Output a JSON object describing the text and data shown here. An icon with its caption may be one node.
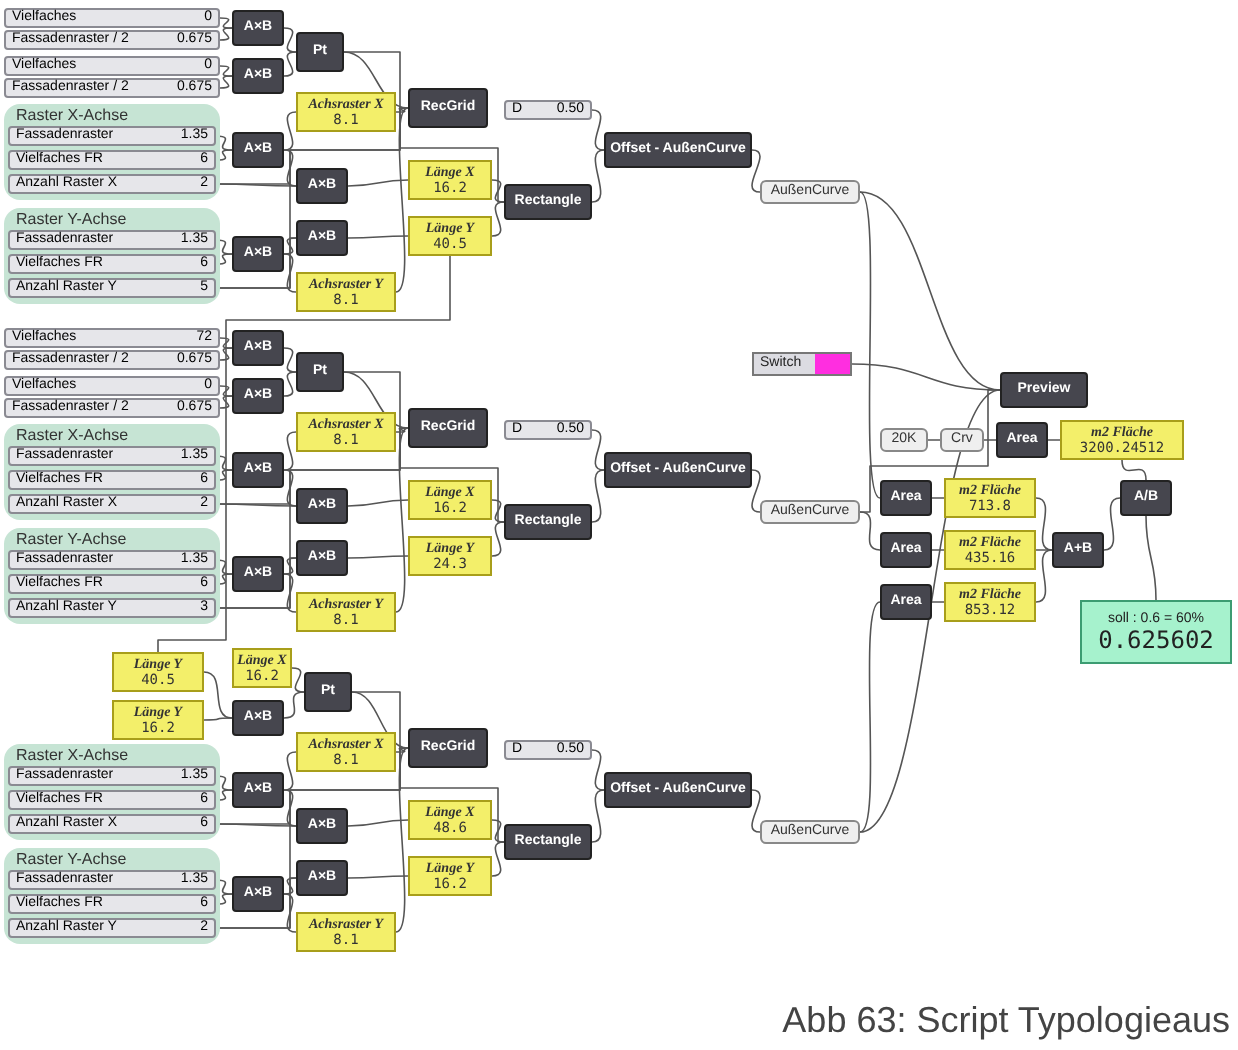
{
  "diagram": {
    "caption": "Abb 63: Script Typologieaus",
    "nodes": [
      {
        "text": [
          "Vielfaches",
          "0"
        ]
      },
      {
        "text": [
          "Fassadenraster / 2",
          "0.675"
        ]
      },
      {
        "text": [
          "Vielfaches",
          "0"
        ]
      },
      {
        "text": [
          "Fassadenraster / 2",
          "0.675"
        ]
      },
      {
        "text": [
          "A×B"
        ]
      },
      {
        "text": [
          "A×B"
        ]
      },
      {
        "text": [
          "Pt"
        ]
      },
      {
        "text": [
          "Raster X-Achse"
        ]
      },
      {
        "text": [
          "Fassadenraster",
          "1.35"
        ],
        "in": 7
      },
      {
        "text": [
          "Vielfaches FR",
          "6"
        ],
        "in": 7
      },
      {
        "text": [
          "Anzahl Raster X",
          "2"
        ],
        "in": 7
      },
      {
        "text": [
          "Raster Y-Achse"
        ]
      },
      {
        "text": [
          "Fassadenraster",
          "1.35"
        ],
        "in": 11
      },
      {
        "text": [
          "Vielfaches FR",
          "6"
        ],
        "in": 11
      },
      {
        "text": [
          "Anzahl Raster Y",
          "5"
        ],
        "in": 11
      },
      {
        "text": [
          "A×B"
        ]
      },
      {
        "text": [
          "A×B"
        ]
      },
      {
        "text": [
          "Achsraster X",
          "8.1"
        ]
      },
      {
        "text": [
          "Achsraster Y",
          "8.1"
        ]
      },
      {
        "text": [
          "RecGrid"
        ]
      },
      {
        "text": [
          "A×B"
        ]
      },
      {
        "text": [
          "A×B"
        ]
      },
      {
        "text": [
          "Länge X",
          "16.2"
        ]
      },
      {
        "text": [
          "Länge Y",
          "40.5"
        ]
      },
      {
        "text": [
          "D",
          "0.50"
        ]
      },
      {
        "text": [
          "Rectangle"
        ]
      },
      {
        "text": [
          "Offset - AußenCurve"
        ]
      },
      {
        "text": [
          "AußenCurve"
        ]
      },
      {
        "text": [
          "Vielfaches",
          "72"
        ]
      },
      {
        "text": [
          "Fassadenraster / 2",
          "0.675"
        ]
      },
      {
        "text": [
          "Vielfaches",
          "0"
        ]
      },
      {
        "text": [
          "Fassadenraster / 2",
          "0.675"
        ]
      },
      {
        "text": [
          "A×B"
        ]
      },
      {
        "text": [
          "A×B"
        ]
      },
      {
        "text": [
          "Pt"
        ]
      },
      {
        "text": [
          "Raster X-Achse"
        ]
      },
      {
        "text": [
          "Fassadenraster",
          "1.35"
        ],
        "in": 35
      },
      {
        "text": [
          "Vielfaches FR",
          "6"
        ],
        "in": 35
      },
      {
        "text": [
          "Anzahl Raster X",
          "2"
        ],
        "in": 35
      },
      {
        "text": [
          "Raster Y-Achse"
        ]
      },
      {
        "text": [
          "Fassadenraster",
          "1.35"
        ],
        "in": 39
      },
      {
        "text": [
          "Vielfaches FR",
          "6"
        ],
        "in": 39
      },
      {
        "text": [
          "Anzahl Raster Y",
          "3"
        ],
        "in": 39
      },
      {
        "text": [
          "A×B"
        ]
      },
      {
        "text": [
          "A×B"
        ]
      },
      {
        "text": [
          "Achsraster X",
          "8.1"
        ]
      },
      {
        "text": [
          "Achsraster Y",
          "8.1"
        ]
      },
      {
        "text": [
          "RecGrid"
        ]
      },
      {
        "text": [
          "A×B"
        ]
      },
      {
        "text": [
          "A×B"
        ]
      },
      {
        "text": [
          "Länge X",
          "16.2"
        ]
      },
      {
        "text": [
          "Länge Y",
          "24.3"
        ]
      },
      {
        "text": [
          "D",
          "0.50"
        ]
      },
      {
        "text": [
          "Rectangle"
        ]
      },
      {
        "text": [
          "Offset - AußenCurve"
        ]
      },
      {
        "text": [
          "AußenCurve"
        ]
      },
      {
        "text": [
          "Länge Y",
          "40.5"
        ]
      },
      {
        "text": [
          "Länge X",
          "16.2"
        ]
      },
      {
        "text": [
          "Länge Y",
          "16.2"
        ]
      },
      {
        "text": [
          "A×B"
        ]
      },
      {
        "text": [
          "Pt"
        ]
      },
      {
        "text": [
          "Raster X-Achse"
        ]
      },
      {
        "text": [
          "Fassadenraster",
          "1.35"
        ],
        "in": 61
      },
      {
        "text": [
          "Vielfaches FR",
          "6"
        ],
        "in": 61
      },
      {
        "text": [
          "Anzahl Raster X",
          "6"
        ],
        "in": 61
      },
      {
        "text": [
          "Raster Y-Achse"
        ]
      },
      {
        "text": [
          "Fassadenraster",
          "1.35"
        ],
        "in": 65
      },
      {
        "text": [
          "Vielfaches FR",
          "6"
        ],
        "in": 65
      },
      {
        "text": [
          "Anzahl Raster Y",
          "2"
        ],
        "in": 65
      },
      {
        "text": [
          "A×B"
        ]
      },
      {
        "text": [
          "A×B"
        ]
      },
      {
        "text": [
          "Achsraster X",
          "8.1"
        ]
      },
      {
        "text": [
          "Achsraster Y",
          "8.1"
        ]
      },
      {
        "text": [
          "RecGrid"
        ]
      },
      {
        "text": [
          "A×B"
        ]
      },
      {
        "text": [
          "A×B"
        ]
      },
      {
        "text": [
          "Länge X",
          "48.6"
        ]
      },
      {
        "text": [
          "Länge Y",
          "16.2"
        ]
      },
      {
        "text": [
          "D",
          "0.50"
        ]
      },
      {
        "text": [
          "Rectangle"
        ]
      },
      {
        "text": [
          "Offset - AußenCurve"
        ]
      },
      {
        "text": [
          "AußenCurve"
        ]
      },
      {
        "text": [
          "Switch"
        ]
      },
      {
        "text": [
          "Preview"
        ]
      },
      {
        "text": [
          "Crv"
        ]
      },
      {
        "text": [
          "20K"
        ]
      },
      {
        "text": [
          "Area"
        ]
      },
      {
        "text": [
          "m2 Fläche",
          "3200.24512"
        ]
      },
      {
        "text": [
          "Area"
        ]
      },
      {
        "text": [
          "m2 Fläche",
          "713.8"
        ]
      },
      {
        "text": [
          "Area"
        ]
      },
      {
        "text": [
          "m2 Fläche",
          "435.16"
        ]
      },
      {
        "text": [
          "Area"
        ]
      },
      {
        "text": [
          "m2 Fläche",
          "853.12"
        ]
      },
      {
        "text": [
          "A+B"
        ]
      },
      {
        "text": [
          "A/B"
        ]
      },
      {
        "text": [
          "soll : 0.6 = 60%",
          "0.625602"
        ]
      }
    ],
    "edges": [
      {
        "from": 0,
        "to": 4,
        "arrow": "none"
      },
      {
        "from": 1,
        "to": 4,
        "arrow": "none"
      },
      {
        "from": 2,
        "to": 5,
        "arrow": "none"
      },
      {
        "from": 3,
        "to": 5,
        "arrow": "none"
      },
      {
        "from": 4,
        "to": 6,
        "arrow": "none"
      },
      {
        "from": 5,
        "to": 6,
        "arrow": "none"
      },
      {
        "from": 8,
        "to": 15,
        "arrow": "none"
      },
      {
        "from": 9,
        "to": 15,
        "arrow": "none"
      },
      {
        "from": 15,
        "to": 17,
        "arrow": "none"
      },
      {
        "from": 12,
        "to": 16,
        "arrow": "none"
      },
      {
        "from": 13,
        "to": 16,
        "arrow": "none"
      },
      {
        "from": 16,
        "to": 18,
        "arrow": "none"
      },
      {
        "from": 17,
        "to": 19,
        "arrow": "none"
      },
      {
        "from": 18,
        "to": 19,
        "arrow": "none"
      },
      {
        "from": 10,
        "to": 19,
        "arrow": "none"
      },
      {
        "from": 14,
        "to": 19,
        "arrow": "none"
      },
      {
        "from": 6,
        "to": 19,
        "arrow": "none"
      },
      {
        "from": 15,
        "to": 20,
        "arrow": "none"
      },
      {
        "from": 10,
        "to": 20,
        "arrow": "none"
      },
      {
        "from": 16,
        "to": 21,
        "arrow": "none"
      },
      {
        "from": 14,
        "to": 21,
        "arrow": "none"
      },
      {
        "from": 20,
        "to": 22,
        "arrow": "none"
      },
      {
        "from": 21,
        "to": 23,
        "arrow": "none"
      },
      {
        "from": 6,
        "to": 25,
        "arrow": "none"
      },
      {
        "from": 22,
        "to": 25,
        "arrow": "none"
      },
      {
        "from": 23,
        "to": 25,
        "arrow": "none"
      },
      {
        "from": 25,
        "to": 26,
        "arrow": "none"
      },
      {
        "from": 24,
        "to": 26,
        "arrow": "none"
      },
      {
        "from": 26,
        "to": 27,
        "arrow": "none"
      },
      {
        "from": 28,
        "to": 32,
        "arrow": "none"
      },
      {
        "from": 29,
        "to": 32,
        "arrow": "none"
      },
      {
        "from": 30,
        "to": 33,
        "arrow": "none"
      },
      {
        "from": 31,
        "to": 33,
        "arrow": "none"
      },
      {
        "from": 32,
        "to": 34,
        "arrow": "none"
      },
      {
        "from": 33,
        "to": 34,
        "arrow": "none"
      },
      {
        "from": 36,
        "to": 43,
        "arrow": "none"
      },
      {
        "from": 37,
        "to": 43,
        "arrow": "none"
      },
      {
        "from": 43,
        "to": 45,
        "arrow": "none"
      },
      {
        "from": 40,
        "to": 44,
        "arrow": "none"
      },
      {
        "from": 41,
        "to": 44,
        "arrow": "none"
      },
      {
        "from": 44,
        "to": 46,
        "arrow": "none"
      },
      {
        "from": 45,
        "to": 47,
        "arrow": "none"
      },
      {
        "from": 46,
        "to": 47,
        "arrow": "none"
      },
      {
        "from": 38,
        "to": 47,
        "arrow": "none"
      },
      {
        "from": 42,
        "to": 47,
        "arrow": "none"
      },
      {
        "from": 34,
        "to": 47,
        "arrow": "none"
      },
      {
        "from": 43,
        "to": 48,
        "arrow": "none"
      },
      {
        "from": 38,
        "to": 48,
        "arrow": "none"
      },
      {
        "from": 44,
        "to": 49,
        "arrow": "none"
      },
      {
        "from": 42,
        "to": 49,
        "arrow": "none"
      },
      {
        "from": 48,
        "to": 50,
        "arrow": "none"
      },
      {
        "from": 49,
        "to": 51,
        "arrow": "none"
      },
      {
        "from": 34,
        "to": 53,
        "arrow": "none"
      },
      {
        "from": 50,
        "to": 53,
        "arrow": "none"
      },
      {
        "from": 51,
        "to": 53,
        "arrow": "none"
      },
      {
        "from": 53,
        "to": 54,
        "arrow": "none"
      },
      {
        "from": 52,
        "to": 54,
        "arrow": "none"
      },
      {
        "from": 54,
        "to": 55,
        "arrow": "none"
      },
      {
        "from": 23,
        "to": 56,
        "arrow": "none"
      },
      {
        "from": 56,
        "to": 59,
        "arrow": "none"
      },
      {
        "from": 58,
        "to": 59,
        "arrow": "none"
      },
      {
        "from": 57,
        "to": 60,
        "arrow": "none"
      },
      {
        "from": 59,
        "to": 60,
        "arrow": "none"
      },
      {
        "from": 62,
        "to": 69,
        "arrow": "none"
      },
      {
        "from": 63,
        "to": 69,
        "arrow": "none"
      },
      {
        "from": 69,
        "to": 71,
        "arrow": "none"
      },
      {
        "from": 66,
        "to": 70,
        "arrow": "none"
      },
      {
        "from": 67,
        "to": 70,
        "arrow": "none"
      },
      {
        "from": 70,
        "to": 72,
        "arrow": "none"
      },
      {
        "from": 71,
        "to": 73,
        "arrow": "none"
      },
      {
        "from": 72,
        "to": 73,
        "arrow": "none"
      },
      {
        "from": 64,
        "to": 73,
        "arrow": "none"
      },
      {
        "from": 68,
        "to": 73,
        "arrow": "none"
      },
      {
        "from": 60,
        "to": 73,
        "arrow": "none"
      },
      {
        "from": 69,
        "to": 74,
        "arrow": "none"
      },
      {
        "from": 64,
        "to": 74,
        "arrow": "none"
      },
      {
        "from": 70,
        "to": 75,
        "arrow": "none"
      },
      {
        "from": 68,
        "to": 75,
        "arrow": "none"
      },
      {
        "from": 74,
        "to": 76,
        "arrow": "none"
      },
      {
        "from": 75,
        "to": 77,
        "arrow": "none"
      },
      {
        "from": 60,
        "to": 79,
        "arrow": "none"
      },
      {
        "from": 76,
        "to": 79,
        "arrow": "none"
      },
      {
        "from": 77,
        "to": 79,
        "arrow": "none"
      },
      {
        "from": 79,
        "to": 80,
        "arrow": "none"
      },
      {
        "from": 78,
        "to": 80,
        "arrow": "none"
      },
      {
        "from": 80,
        "to": 81,
        "arrow": "none"
      },
      {
        "from": 27,
        "to": 83,
        "arrow": "none"
      },
      {
        "from": 55,
        "to": 83,
        "arrow": "none"
      },
      {
        "from": 81,
        "to": 83,
        "arrow": "none"
      },
      {
        "from": 82,
        "to": 83,
        "arrow": "none"
      },
      {
        "from": 85,
        "to": 84,
        "arrow": "none"
      },
      {
        "from": 84,
        "to": 86,
        "arrow": "none"
      },
      {
        "from": 86,
        "to": 87,
        "arrow": "none"
      },
      {
        "from": 27,
        "to": 88,
        "arrow": "none"
      },
      {
        "from": 55,
        "to": 90,
        "arrow": "none"
      },
      {
        "from": 81,
        "to": 92,
        "arrow": "none"
      },
      {
        "from": 88,
        "to": 89,
        "arrow": "none"
      },
      {
        "from": 90,
        "to": 91,
        "arrow": "none"
      },
      {
        "from": 92,
        "to": 93,
        "arrow": "none"
      },
      {
        "from": 89,
        "to": 94,
        "arrow": "none"
      },
      {
        "from": 91,
        "to": 94,
        "arrow": "none"
      },
      {
        "from": 93,
        "to": 94,
        "arrow": "none"
      },
      {
        "from": 87,
        "to": 95,
        "arrow": "none"
      },
      {
        "from": 94,
        "to": 95,
        "arrow": "none"
      },
      {
        "from": 95,
        "to": 96,
        "arrow": "none"
      }
    ]
  }
}
